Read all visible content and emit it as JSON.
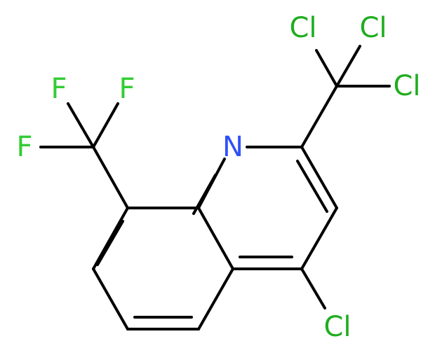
{
  "molecule": {
    "colors": {
      "bond": "#000000",
      "N": "#3050F8",
      "F": "#33cc33",
      "Cl": "#1fad1f"
    },
    "labels": {
      "n1": "N",
      "f1": "F",
      "f2": "F",
      "f3": "F",
      "cl1": "Cl",
      "cl2": "Cl",
      "cl3": "Cl",
      "cl4": "Cl"
    }
  }
}
